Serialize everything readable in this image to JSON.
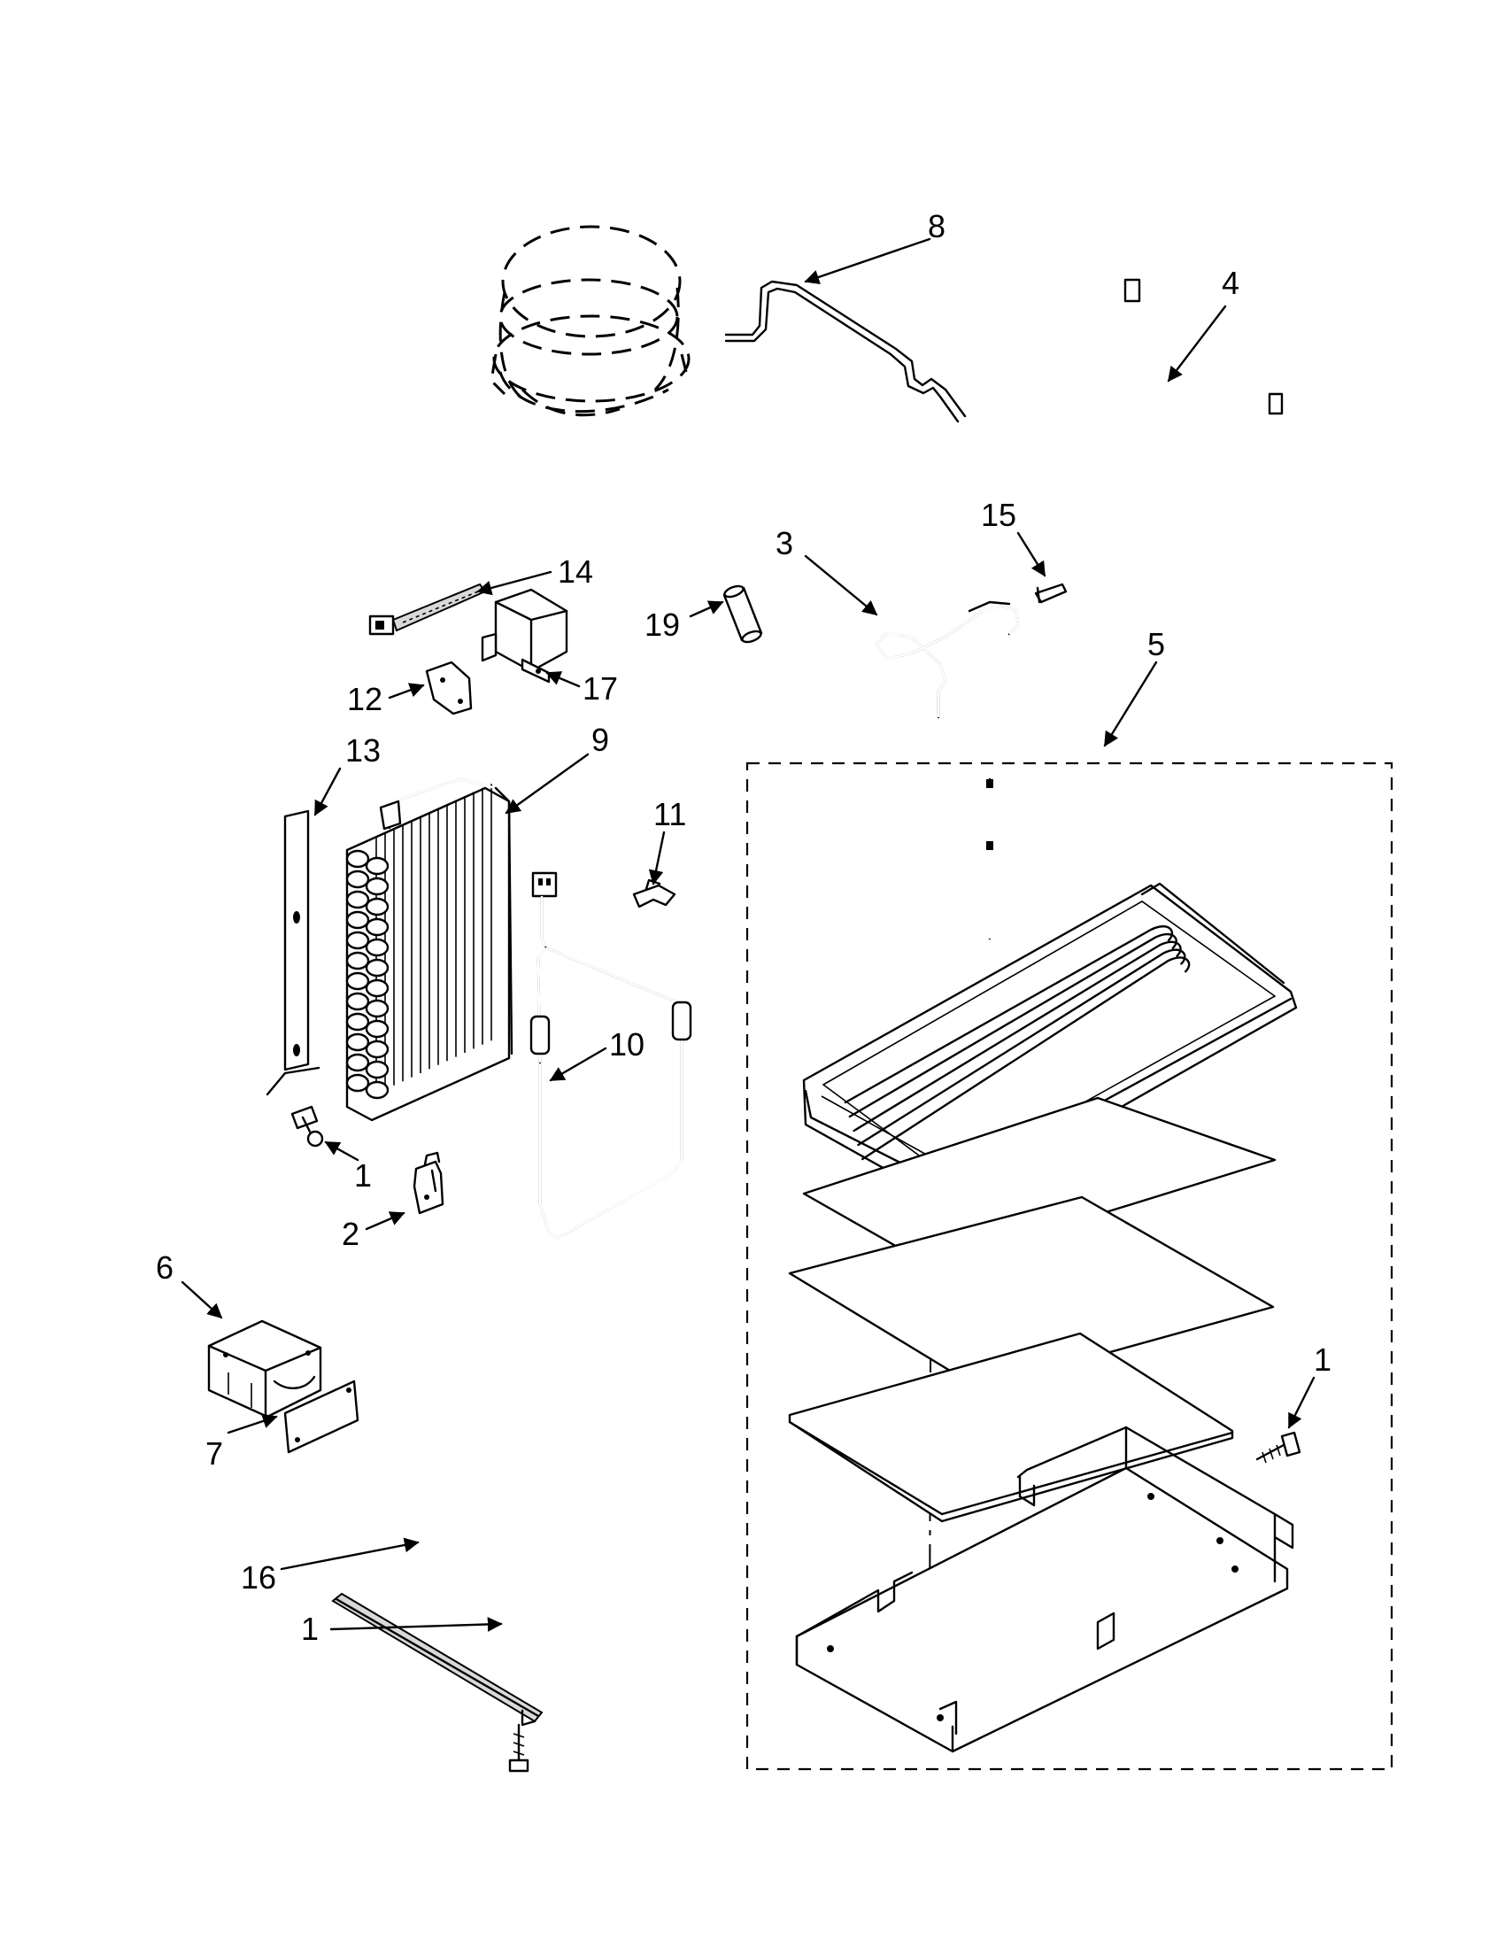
{
  "diagram": {
    "labels": {
      "p1a": "1",
      "p1b": "1",
      "p1c": "1",
      "p2": "2",
      "p3": "3",
      "p4": "4",
      "p5": "5",
      "p6": "6",
      "p7": "7",
      "p8": "8",
      "p9": "9",
      "p10": "10",
      "p11": "11",
      "p12": "12",
      "p13": "13",
      "p14": "14",
      "p15": "15",
      "p16": "16",
      "p17": "17",
      "p19": "19"
    }
  }
}
